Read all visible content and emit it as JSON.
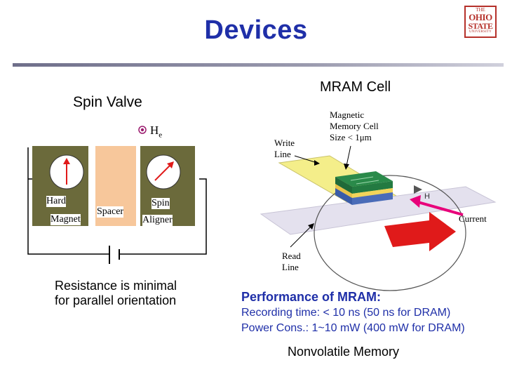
{
  "slide": {
    "title": "Devices",
    "logo": {
      "line1": "THE",
      "line2": "OHIO",
      "line3": "STATE",
      "line4": "UNIVERSITY"
    }
  },
  "spin_valve": {
    "title": "Spin Valve",
    "field_label": "H",
    "field_subscript": "e",
    "hard_label": "Hard",
    "magnet_label": "Magnet",
    "spacer_label": "Spacer",
    "spin_label": "Spin",
    "aligner_label": "Aligner",
    "caption_line1": "Resistance is minimal",
    "caption_line2": "for parallel orientation"
  },
  "mram": {
    "title": "MRAM Cell",
    "write_line_1": "Write",
    "write_line_2": "Line",
    "memory_cell_1": "Magnetic",
    "memory_cell_2": "Memory Cell",
    "memory_cell_3": "Size < 1μm",
    "h_label": "H",
    "current_label": "Current",
    "read_line_1": "Read",
    "read_line_2": "Line"
  },
  "performance": {
    "title": "Performance of MRAM:",
    "line1": "Recording time: < 10 ns (50 ns for DRAM)",
    "line2": "Power Cons.: 1~10 mW (400 mW for DRAM)"
  },
  "footer": {
    "nonvolatile": "Nonvolatile Memory"
  },
  "colors": {
    "title_blue": "#1f2fa8",
    "magnetic_layer": "#6b6a3b",
    "spacer_layer": "#f7c79b",
    "arrow_red": "#e01a1a",
    "write_line_yellow": "#f4ee8a",
    "current_arrow": "#e8007a"
  }
}
